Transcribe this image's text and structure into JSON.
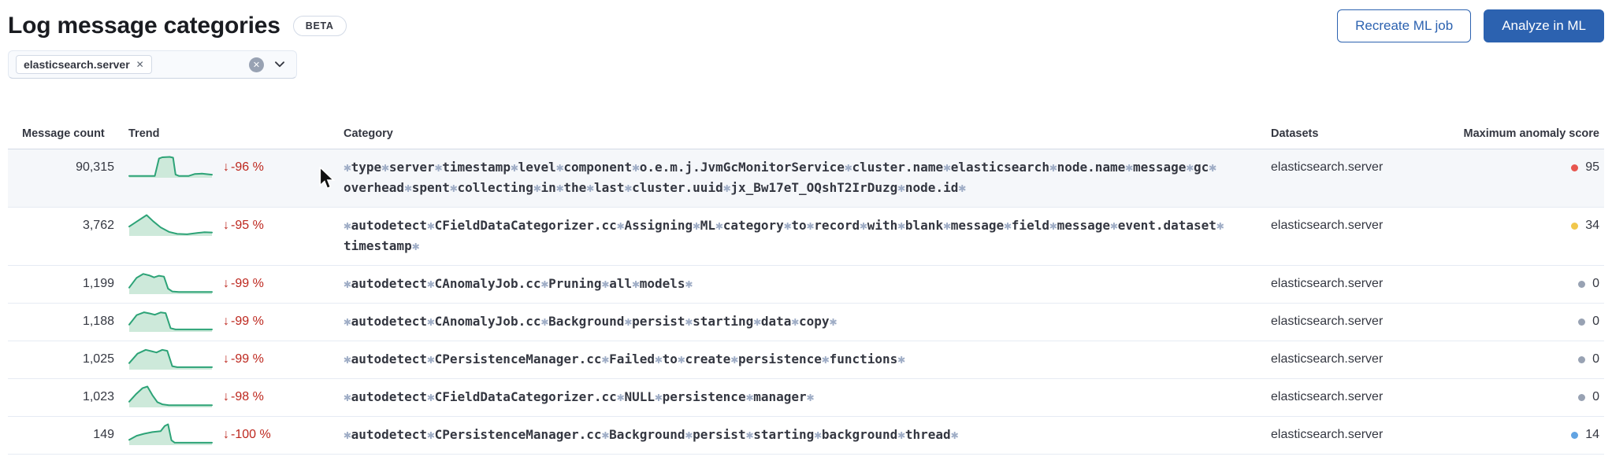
{
  "page": {
    "title": "Log message categories",
    "beta_badge": "BETA",
    "buttons": {
      "recreate": "Recreate ML job",
      "analyze": "Analyze in ML"
    },
    "accent_color": "#2c62b0"
  },
  "filter": {
    "selected_dataset": "elasticsearch.server",
    "remove_icon": "✕",
    "clear_icon": "✕"
  },
  "table": {
    "columns": [
      "Message count",
      "Trend",
      "Category",
      "Datasets",
      "Maximum anomaly score"
    ],
    "trend_arrow": "↓",
    "trend_color": "#bd271e",
    "severity_colors": {
      "critical": "#e7564f",
      "minor": "#f1c74c",
      "warning": "#61a3e2",
      "none": "#98a2b3"
    },
    "sparkline_colors": {
      "stroke": "#2da377",
      "fill": "#cde9da"
    },
    "rows": [
      {
        "count": "90,315",
        "trend": "-96 %",
        "dataset": "elasticsearch.server",
        "score": "95",
        "severity": "critical",
        "hovered": true,
        "category": "✱type✱server✱timestamp✱level✱component✱o.e.m.j.JvmGcMonitorService✱cluster.name✱elasticsearch✱node.name✱message✱gc✱overhead✱spent✱collecting✱in✱the✱last✱cluster.uuid✱jx_Bw17eT_OQshT2IrDuzg✱node.id✱",
        "sparkline": [
          [
            0,
            7
          ],
          [
            26,
            7
          ],
          [
            31,
            7
          ],
          [
            36,
            92
          ],
          [
            40,
            98
          ],
          [
            49,
            100
          ],
          [
            53,
            96
          ],
          [
            56,
            14
          ],
          [
            60,
            7
          ],
          [
            72,
            7
          ],
          [
            79,
            16
          ],
          [
            88,
            18
          ],
          [
            100,
            13
          ]
        ]
      },
      {
        "count": "3,762",
        "trend": "-95 %",
        "dataset": "elasticsearch.server",
        "score": "34",
        "severity": "minor",
        "hovered": false,
        "category": "✱autodetect✱CFieldDataCategorizer.cc✱Assigning✱ML✱category✱to✱record✱with✱blank✱message✱field✱message✱event.dataset✱timestamp✱",
        "sparkline": [
          [
            0,
            44
          ],
          [
            9,
            68
          ],
          [
            21,
            100
          ],
          [
            29,
            70
          ],
          [
            38,
            40
          ],
          [
            48,
            18
          ],
          [
            58,
            8
          ],
          [
            70,
            6
          ],
          [
            83,
            13
          ],
          [
            91,
            16
          ],
          [
            100,
            15
          ]
        ]
      },
      {
        "count": "1,199",
        "trend": "-99 %",
        "dataset": "elasticsearch.server",
        "score": "0",
        "severity": "none",
        "hovered": false,
        "category": "✱autodetect✱CAnomalyJob.cc✱Pruning✱all✱models✱",
        "sparkline": [
          [
            0,
            30
          ],
          [
            9,
            78
          ],
          [
            17,
            97
          ],
          [
            24,
            90
          ],
          [
            30,
            80
          ],
          [
            36,
            88
          ],
          [
            42,
            84
          ],
          [
            47,
            25
          ],
          [
            52,
            11
          ],
          [
            60,
            9
          ],
          [
            100,
            9
          ]
        ]
      },
      {
        "count": "1,188",
        "trend": "-99 %",
        "dataset": "elasticsearch.server",
        "score": "0",
        "severity": "none",
        "hovered": false,
        "category": "✱autodetect✱CAnomalyJob.cc✱Background✱persist✱starting✱data✱copy✱",
        "sparkline": [
          [
            0,
            34
          ],
          [
            9,
            80
          ],
          [
            18,
            94
          ],
          [
            25,
            88
          ],
          [
            31,
            82
          ],
          [
            38,
            93
          ],
          [
            44,
            90
          ],
          [
            50,
            16
          ],
          [
            56,
            10
          ],
          [
            100,
            10
          ]
        ]
      },
      {
        "count": "1,025",
        "trend": "-99 %",
        "dataset": "elasticsearch.server",
        "score": "0",
        "severity": "none",
        "hovered": false,
        "category": "✱autodetect✱CPersistenceManager.cc✱Failed✱to✱create✱persistence✱functions✱",
        "sparkline": [
          [
            0,
            30
          ],
          [
            10,
            76
          ],
          [
            20,
            95
          ],
          [
            27,
            88
          ],
          [
            33,
            82
          ],
          [
            40,
            95
          ],
          [
            46,
            90
          ],
          [
            52,
            15
          ],
          [
            58,
            10
          ],
          [
            100,
            10
          ]
        ]
      },
      {
        "count": "1,023",
        "trend": "-98 %",
        "dataset": "elasticsearch.server",
        "score": "0",
        "severity": "none",
        "hovered": false,
        "category": "✱autodetect✱CFieldDataCategorizer.cc✱NULL✱persistence✱manager✱",
        "sparkline": [
          [
            0,
            26
          ],
          [
            8,
            62
          ],
          [
            16,
            92
          ],
          [
            22,
            100
          ],
          [
            28,
            58
          ],
          [
            34,
            24
          ],
          [
            40,
            13
          ],
          [
            48,
            9
          ],
          [
            100,
            9
          ]
        ]
      },
      {
        "count": "149",
        "trend": "-100 %",
        "dataset": "elasticsearch.server",
        "score": "14",
        "severity": "warning",
        "hovered": false,
        "category": "✱autodetect✱CPersistenceManager.cc✱Background✱persist✱starting✱background✱thread✱",
        "sparkline": [
          [
            0,
            24
          ],
          [
            9,
            44
          ],
          [
            18,
            54
          ],
          [
            28,
            62
          ],
          [
            38,
            66
          ],
          [
            43,
            92
          ],
          [
            47,
            100
          ],
          [
            51,
            22
          ],
          [
            55,
            10
          ],
          [
            100,
            10
          ]
        ]
      }
    ]
  }
}
